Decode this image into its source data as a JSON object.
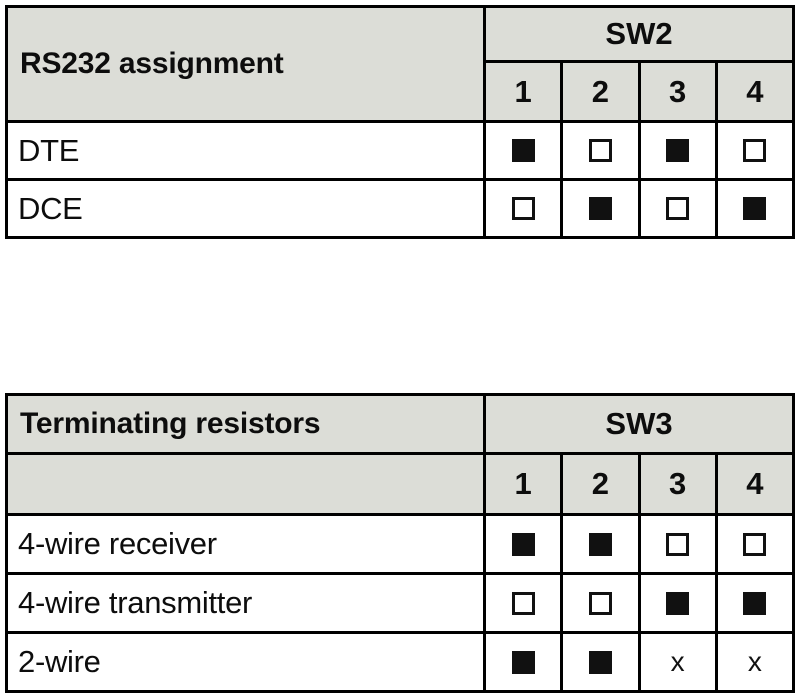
{
  "tables": [
    {
      "id": "rs232",
      "title": "RS232 assignment",
      "switch_group": "SW2",
      "switch_numbers": [
        "1",
        "2",
        "3",
        "4"
      ],
      "rows": [
        {
          "label": "DTE",
          "states": [
            "on",
            "off",
            "on",
            "off"
          ]
        },
        {
          "label": "DCE",
          "states": [
            "off",
            "on",
            "off",
            "on"
          ]
        }
      ]
    },
    {
      "id": "terminating",
      "title": "Terminating resistors",
      "switch_group": "SW3",
      "switch_numbers": [
        "1",
        "2",
        "3",
        "4"
      ],
      "rows": [
        {
          "label": "4-wire receiver",
          "states": [
            "on",
            "on",
            "off",
            "off"
          ]
        },
        {
          "label": "4-wire transmitter",
          "states": [
            "off",
            "off",
            "on",
            "on"
          ]
        },
        {
          "label": "2-wire",
          "states": [
            "on",
            "on",
            "x",
            "x"
          ]
        }
      ]
    }
  ],
  "legend": {
    "on_symbol": "filled-square",
    "off_symbol": "empty-square",
    "x_symbol": "x"
  },
  "colors": {
    "header_background": "#dcddd7",
    "border": "#000000",
    "text": "#0d0d0d",
    "cell_background": "#ffffff"
  }
}
